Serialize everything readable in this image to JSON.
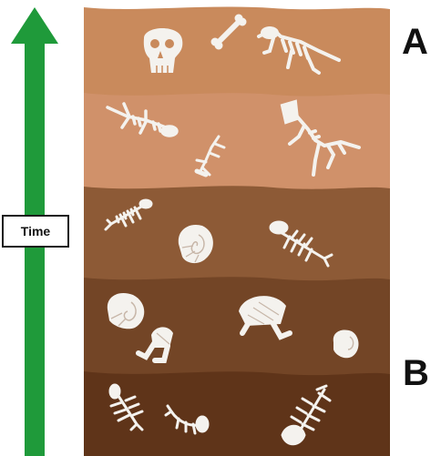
{
  "diagram": {
    "time_label": "Time",
    "top_layer_letter": "A",
    "bottom_layer_letter": "B"
  },
  "colors": {
    "arrow": "#1f9a3a",
    "layer_1": "#c98a5c",
    "layer_2": "#d0916a",
    "layer_3": "#8d5a36",
    "layer_4": "#734526",
    "layer_5": "#5f3419",
    "fossil": "#f4f2ee"
  },
  "layers": [
    {
      "fossils": [
        "skull-fossil",
        "bone-fossil",
        "dinosaur-skeleton-fossil"
      ]
    },
    {
      "fossils": [
        "lizard-skeleton-fossil",
        "small-reptile-skeleton-fossil",
        "dinosaur-skeleton-fossil"
      ]
    },
    {
      "fossils": [
        "fish-skeleton-fossil",
        "ammonite-fossil",
        "fish-skeleton-fossil"
      ]
    },
    {
      "fossils": [
        "ammonite-fossil",
        "trilobite-fossil",
        "trilobite-fossil",
        "ammonite-fossil"
      ]
    },
    {
      "fossils": [
        "fish-skeleton-fossil",
        "fish-skeleton-fossil",
        "fish-skeleton-fossil"
      ]
    }
  ]
}
